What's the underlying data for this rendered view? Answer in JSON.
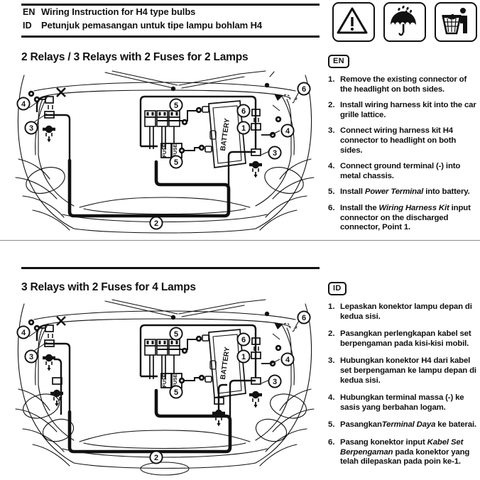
{
  "header": {
    "rows": [
      {
        "lang": "EN",
        "text": "Wiring Instruction for H4 type bulbs"
      },
      {
        "lang": "ID",
        "text": "Petunjuk pemasangan untuk tipe lampu bohlam H4"
      }
    ]
  },
  "pictograms": [
    {
      "name": "warning-triangle-icon",
      "label": "Warning"
    },
    {
      "name": "keep-dry-umbrella-icon",
      "label": "Keep dry"
    },
    {
      "name": "dispose-in-bin-icon",
      "label": "Dispose in bin"
    }
  ],
  "sections": [
    {
      "id": "sec1",
      "title": "2 Relays / 3 Relays with 2 Fuses for 2 Lamps",
      "diagram": {
        "battery_label": "BATTERY",
        "fuse_label": "FUSE",
        "relay_count": 3,
        "fuse_count": 2,
        "lamp_count": 2,
        "callouts": [
          "1",
          "2",
          "3",
          "4",
          "5",
          "6"
        ],
        "disconnect_marker": "X"
      }
    },
    {
      "id": "sec2",
      "title": "3 Relays with 2 Fuses for 4 Lamps",
      "diagram": {
        "battery_label": "BATTERY",
        "fuse_label": "FUSE",
        "relay_count": 3,
        "fuse_count": 2,
        "lamp_count": 4,
        "callouts": [
          "1",
          "2",
          "3",
          "4",
          "5",
          "6"
        ],
        "disconnect_marker": "X"
      }
    }
  ],
  "panels": {
    "en": {
      "badge": "EN",
      "steps": [
        {
          "num": "1.",
          "text": "Remove the existing connector of the headlight on both sides."
        },
        {
          "num": "2.",
          "text": "Install wiring harness kit into the car grille lattice."
        },
        {
          "num": "3.",
          "text": "Connect wiring harness kit H4 connector to headlight on both sides."
        },
        {
          "num": "4.",
          "text": "Connect ground terminal (-) into metal chassis."
        },
        {
          "num": "5.",
          "pre": "Install ",
          "em": "Power Terminal",
          "post": " into battery."
        },
        {
          "num": "6.",
          "pre": "Install the ",
          "em": "Wiring Harness Kit",
          "post": " input connector on the discharged connector, Point 1."
        }
      ]
    },
    "id": {
      "badge": "ID",
      "steps": [
        {
          "num": "1.",
          "text": "Lepaskan konektor lampu depan di kedua sisi."
        },
        {
          "num": "2.",
          "text": "Pasangkan perlengkapan kabel set berpengaman pada kisi-kisi mobil."
        },
        {
          "num": "3.",
          "text": "Hubungkan konektor H4 dari kabel set berpengaman ke lampu depan di kedua sisi."
        },
        {
          "num": "4.",
          "text": "Hubungkan  terminal massa (-) ke sasis yang berbahan logam."
        },
        {
          "num": "5.",
          "pre": "Pasangkan",
          "em": "Terminal Daya",
          "post": " ke baterai."
        },
        {
          "num": "6.",
          "pre": "Pasang konektor input ",
          "em": "Kabel Set Berpengaman",
          "post": " pada konektor yang telah dilepaskan pada poin ke-1."
        }
      ]
    }
  },
  "colors": {
    "ink": "#111111",
    "rule": "#8c8c8c",
    "paper": "#ffffff"
  }
}
